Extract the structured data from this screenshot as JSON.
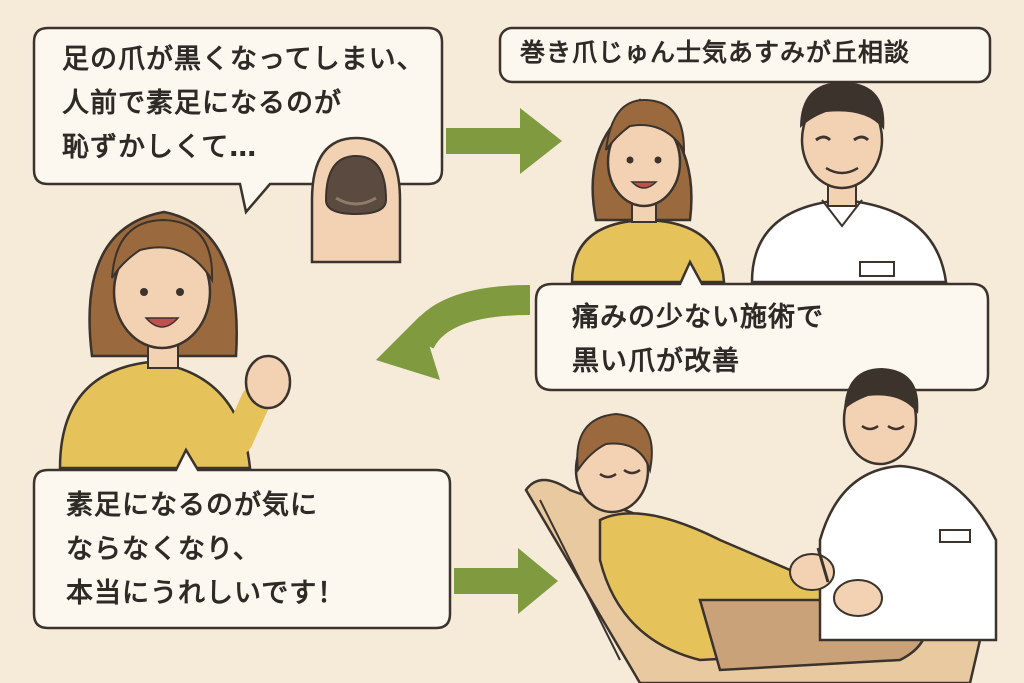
{
  "bubbles": {
    "worry": "足の爪が黒くなってしまい、\n人前で素足になるのが\n恥ずかしくて…",
    "title": "巻き爪じゅん士気あすみが丘相談",
    "treatment": "痛みの少ない施術で\n黒い爪が改善",
    "happy": "素足になるのが気に\nならなくなり、\n本当にうれしいです！"
  },
  "colors": {
    "background": "#f6ead9",
    "arrow": "#7f9a3f",
    "sweater": "#e6c35a",
    "hair": "#9a6a3e",
    "skin": "#f3d2b4",
    "uniform": "#ffffff",
    "outline": "#3b332c"
  }
}
